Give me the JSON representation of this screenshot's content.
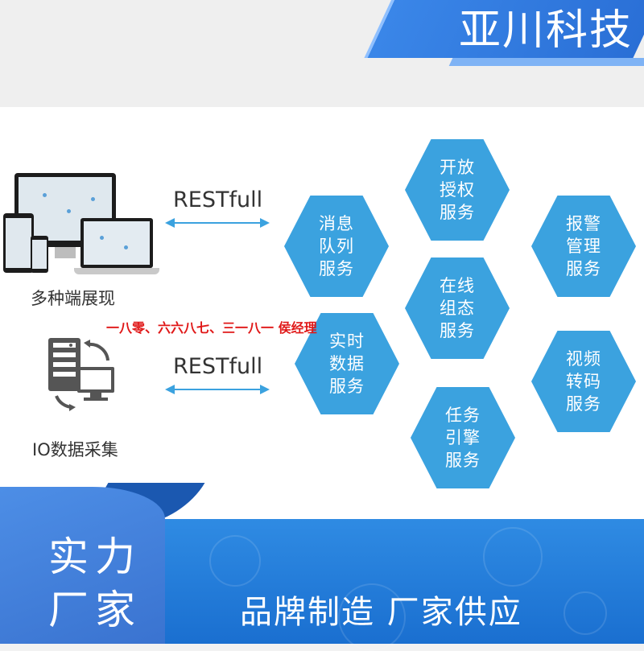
{
  "brand": {
    "name": "亚川科技"
  },
  "left": {
    "devices_label": "多种端展现",
    "io_label": "IO数据采集"
  },
  "links": {
    "top_label": "RESTfull",
    "bottom_label": "RESTfull"
  },
  "overlay": {
    "contact_text": "一八零、六六八七、三一八一 侯经理"
  },
  "services": [
    {
      "id": "open-auth",
      "text": "开放\n授权\n服务"
    },
    {
      "id": "message-queue",
      "text": "消息\n队列\n服务"
    },
    {
      "id": "alarm-mgmt",
      "text": "报警\n管理\n服务"
    },
    {
      "id": "online-config",
      "text": "在线\n组态\n服务"
    },
    {
      "id": "realtime-data",
      "text": "实时\n数据\n服务"
    },
    {
      "id": "video-transcode",
      "text": "视频\n转码\n服务"
    },
    {
      "id": "task-engine",
      "text": "任务\n引擎\n服务"
    }
  ],
  "footer": {
    "strength_line1": "实力",
    "strength_line2": "厂家",
    "slogan": "品牌制造  厂家供应"
  },
  "colors": {
    "hex_blue": "#3ba2df",
    "banner_blue": "#2f8be3",
    "overlay_red": "#e01818"
  }
}
